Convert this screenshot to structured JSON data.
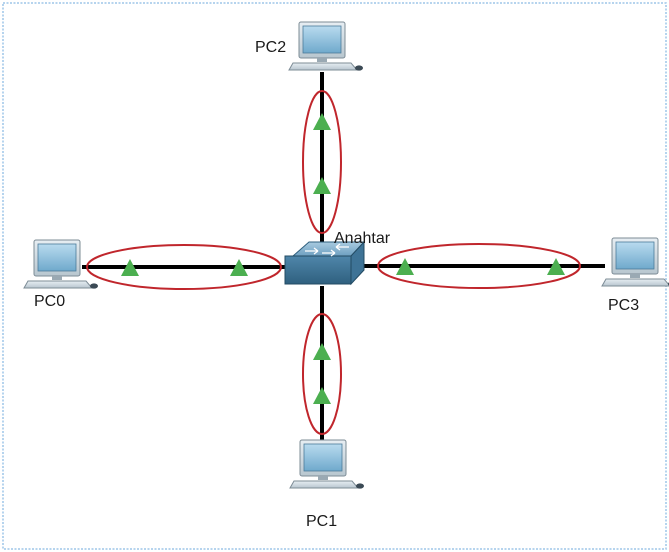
{
  "nodes": {
    "pc0": {
      "label": "PC0"
    },
    "pc1": {
      "label": "PC1"
    },
    "pc2": {
      "label": "PC2"
    },
    "pc3": {
      "label": "PC3"
    },
    "switch": {
      "label": "Anahtar"
    }
  },
  "colors": {
    "link": "#000000",
    "link_indicator": "#4caf50",
    "highlight_ellipse": "#c0262c",
    "switch_body": "#5b93b5",
    "frame_border": "#9ec5e8",
    "pc_screen": "#7fb6d6"
  }
}
